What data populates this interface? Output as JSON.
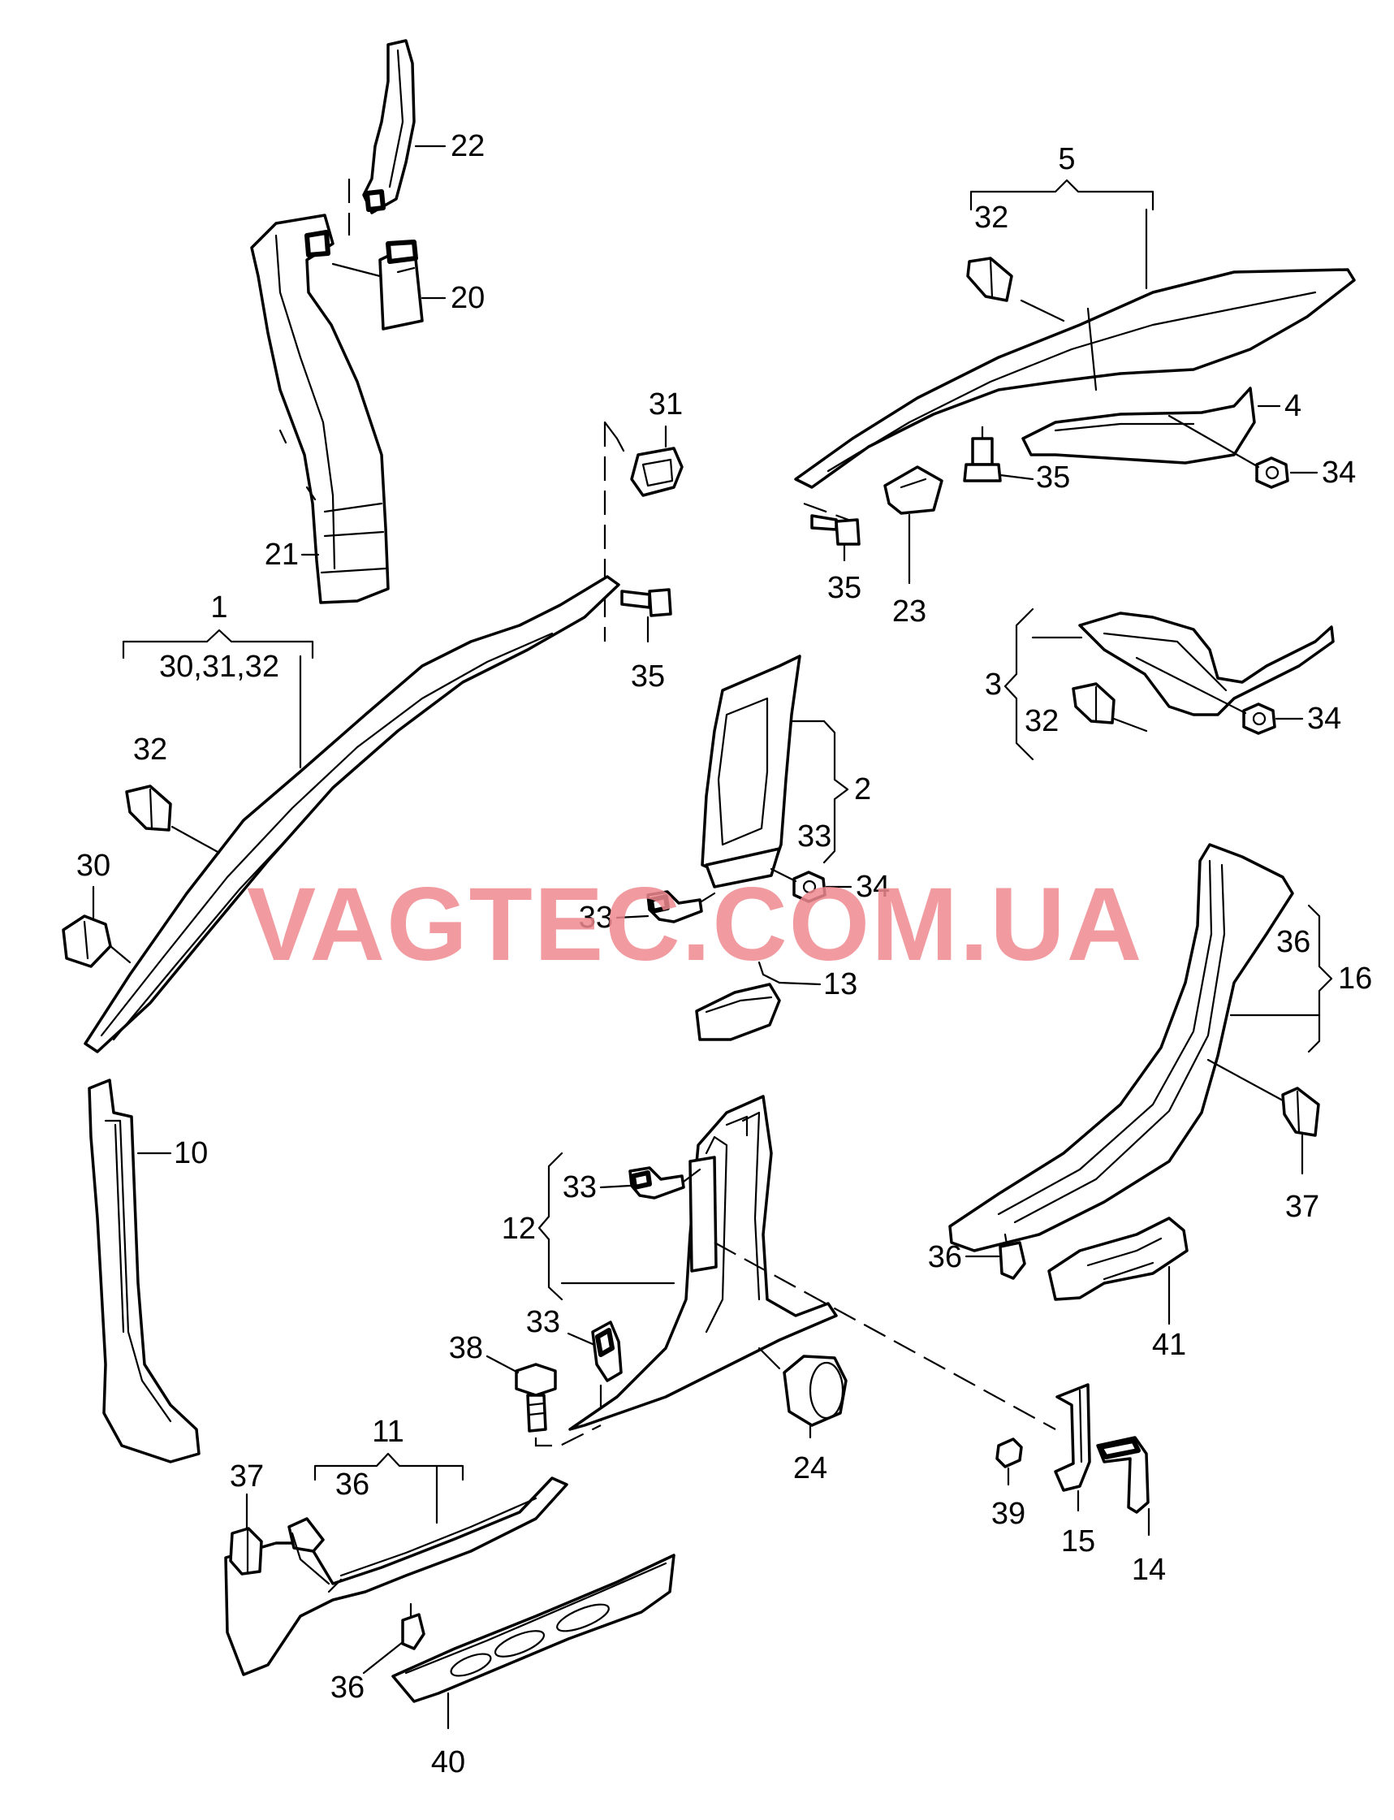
{
  "watermark": "VAGTEC.COM.UA",
  "callouts": {
    "c22": "22",
    "c20": "20",
    "c21": "21",
    "c5": "5",
    "c32_top": "32",
    "c4": "4",
    "c34_top": "34",
    "c35_top": "35",
    "c35_mid": "35",
    "c23": "23",
    "c31": "31",
    "c35_left": "35",
    "c1": "1",
    "c1_sub": "30,31,32",
    "c32_left": "32",
    "c30": "30",
    "c3": "3",
    "c32_r3": "32",
    "c34_r3": "34",
    "c2": "2",
    "c33_b": "33",
    "c34_b": "34",
    "c33_b2": "33",
    "c13": "13",
    "c36_r": "36",
    "c16": "16",
    "c37_r": "37",
    "c36_sill": "36",
    "c41": "41",
    "c10": "10",
    "c12": "12",
    "c33_c": "33",
    "c33_d": "33",
    "c38": "38",
    "c24": "24",
    "c39": "39",
    "c15": "15",
    "c14": "14",
    "c11": "11",
    "c11_sub": "36",
    "c37_l": "37",
    "c36_l": "36",
    "c40": "40"
  }
}
